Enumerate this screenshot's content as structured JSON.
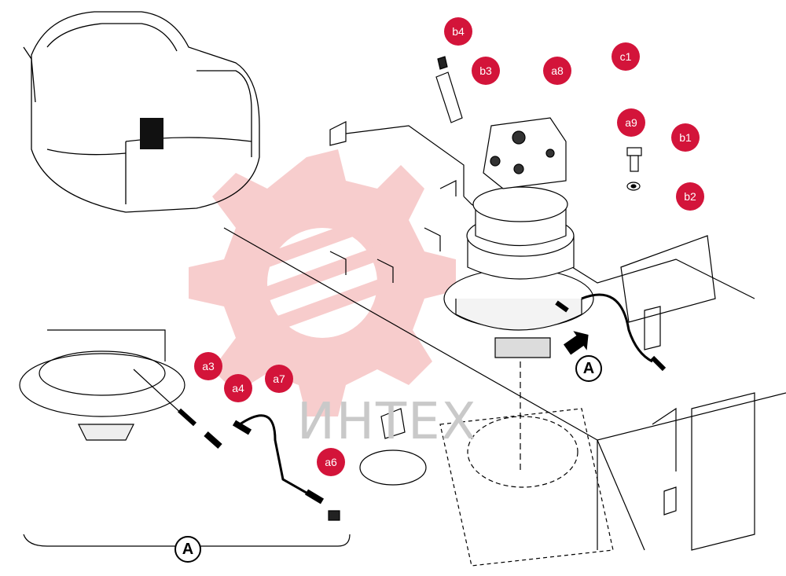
{
  "diagram": {
    "callouts": [
      {
        "id": "b4",
        "label": "b4"
      },
      {
        "id": "b3",
        "label": "b3"
      },
      {
        "id": "a8",
        "label": "a8"
      },
      {
        "id": "c1",
        "label": "c1"
      },
      {
        "id": "a9",
        "label": "a9"
      },
      {
        "id": "b1",
        "label": "b1"
      },
      {
        "id": "b2",
        "label": "b2"
      },
      {
        "id": "a3",
        "label": "a3"
      },
      {
        "id": "a4",
        "label": "a4"
      },
      {
        "id": "a7",
        "label": "a7"
      },
      {
        "id": "a6",
        "label": "a6"
      }
    ],
    "view_marker": "A",
    "watermark_text": "ИНТЕХ",
    "colors": {
      "callout_fill": "#d3143a",
      "callout_text": "#ffffff",
      "watermark": "#f3b8b8",
      "line": "#000000"
    }
  }
}
